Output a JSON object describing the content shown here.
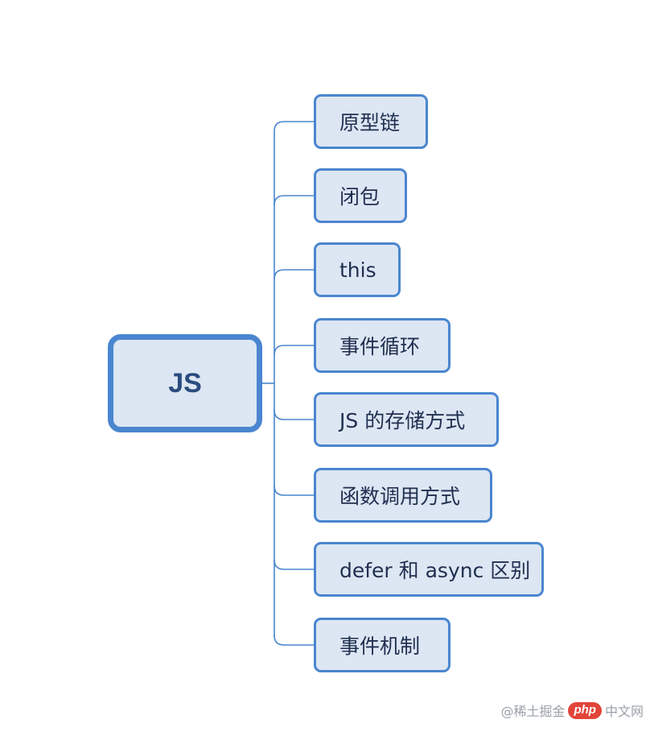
{
  "mindmap": {
    "root": {
      "label": "JS"
    },
    "children": [
      {
        "label": "原型链"
      },
      {
        "label": "闭包"
      },
      {
        "label": "this"
      },
      {
        "label": "事件循环"
      },
      {
        "label": "JS 的存储方式"
      },
      {
        "label": "函数调用方式"
      },
      {
        "label": "defer 和 async 区别"
      },
      {
        "label": "事件机制"
      }
    ]
  },
  "colors": {
    "node_fill": "#dde6f3",
    "node_border": "#4a86cf",
    "connector": "#4a86cf",
    "root_text": "#2a4c7e",
    "child_text": "#1f2f4f"
  },
  "watermark": {
    "left_text": "@稀土掘金",
    "logo_text": "php",
    "right_text": "中文网"
  }
}
